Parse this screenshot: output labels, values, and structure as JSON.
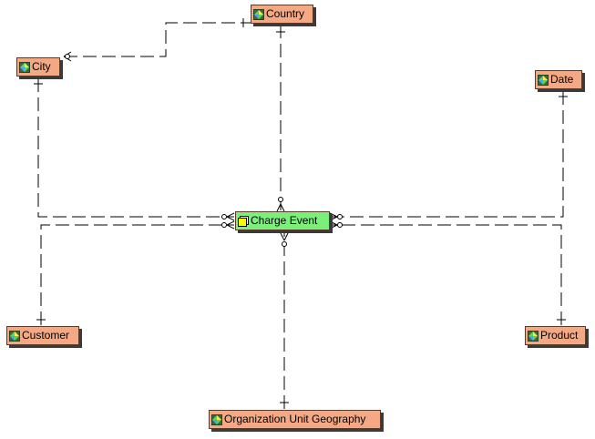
{
  "entities": {
    "country": {
      "label": "Country",
      "icon": "dimension-icon"
    },
    "city": {
      "label": "City",
      "icon": "dimension-icon"
    },
    "date": {
      "label": "Date",
      "icon": "dimension-icon"
    },
    "charge_event": {
      "label": "Charge Event",
      "icon": "fact-icon"
    },
    "customer": {
      "label": "Customer",
      "icon": "dimension-icon"
    },
    "product": {
      "label": "Product",
      "icon": "dimension-icon"
    },
    "org_unit_geography": {
      "label": "Organization Unit Geography",
      "icon": "dimension-icon"
    }
  },
  "colors": {
    "dimension_fill": "#f4a984",
    "fact_fill": "#7af07a",
    "line": "#000000"
  }
}
